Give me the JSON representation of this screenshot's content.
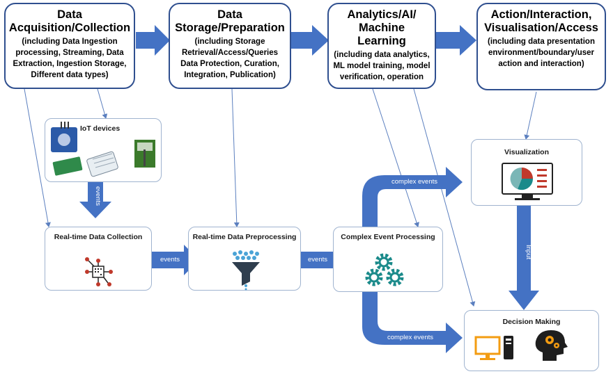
{
  "stages": [
    {
      "title": "Data Acquisition/Collection",
      "desc": "(including Data Ingestion processing, Streaming, Data Extraction, Ingestion Storage, Different data types)"
    },
    {
      "title": "Data Storage/Preparation",
      "desc": "(including Storage Retrieval/Access/Queries Data Protection, Curation, Integration, Publication)"
    },
    {
      "title": "Analytics/AI/ Machine Learning",
      "desc": "(including data analytics, ML model training, model verification, operation"
    },
    {
      "title": "Action/Interaction, Visualisation/Access",
      "desc": "(including data presentation environment/boundary/user action and interaction)"
    }
  ],
  "boxes": {
    "iot": "IoT devices",
    "collection": "Real-time Data Collection",
    "preprocessing": "Real-time Data Preprocessing",
    "cep": "Complex Event Processing",
    "visualization": "Visualization",
    "decision": "Decision Making"
  },
  "arrow_labels": {
    "events_down": "events",
    "events_1": "events",
    "events_2": "events",
    "complex_up": "complex events",
    "complex_down": "complex events",
    "input": "Input"
  },
  "colors": {
    "arrow": "#4472c4",
    "stage_border": "#2f4f8f",
    "gear": "#1a8a8a",
    "funnel": "#4aa3d6",
    "orange": "#f39c12"
  },
  "icons": [
    "sensor-board-icon",
    "chip-network-icon",
    "funnel-icon",
    "gears-icon",
    "pie-chart-monitor-icon",
    "computer-icon",
    "brain-gears-icon"
  ]
}
